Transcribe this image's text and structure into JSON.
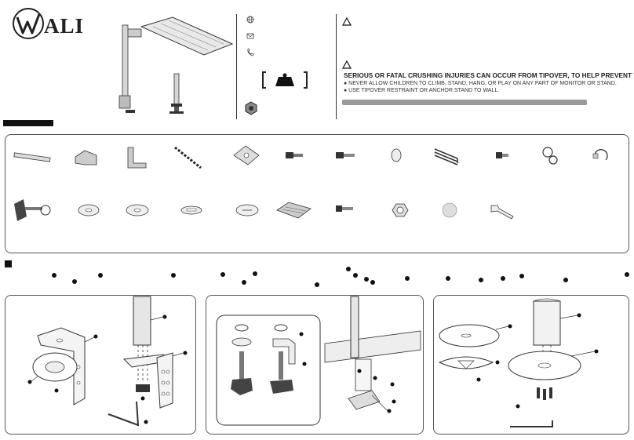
{
  "brand": {
    "logo_text": "ALI"
  },
  "warning": {
    "title": "SERIOUS OR FATAL CRUSHING INJURIES CAN OCCUR FROM TIPOVER, TO HELP PREVENT TIPOVER:",
    "items": [
      "● NEVER ALLOW CHILDREN TO CLIMB, STAND, HANG, OR PLAY ON ANY PART OF MONITOR OR STAND.",
      "● USE TIPOVER RESTRAINT OR ANCHOR STAND TO WALL."
    ]
  },
  "icons": [
    "globe-icon",
    "mail-icon",
    "phone-icon",
    "weight-icon",
    "certification-icon",
    "warning-icon"
  ],
  "parts": [
    "rod",
    "l-bracket",
    "angle-bracket",
    "chain-link",
    "vesa-plate",
    "screw",
    "bolt",
    "spacer",
    "hex-keys",
    "hex-screw",
    "cable-clip",
    "cable-clip-open",
    "clamp-knob",
    "washer",
    "c-washer",
    "round-plate",
    "slotted-plate",
    "grill-plate",
    "phillips-screw",
    "hex-nut",
    "rubber-pad",
    "wrench"
  ]
}
